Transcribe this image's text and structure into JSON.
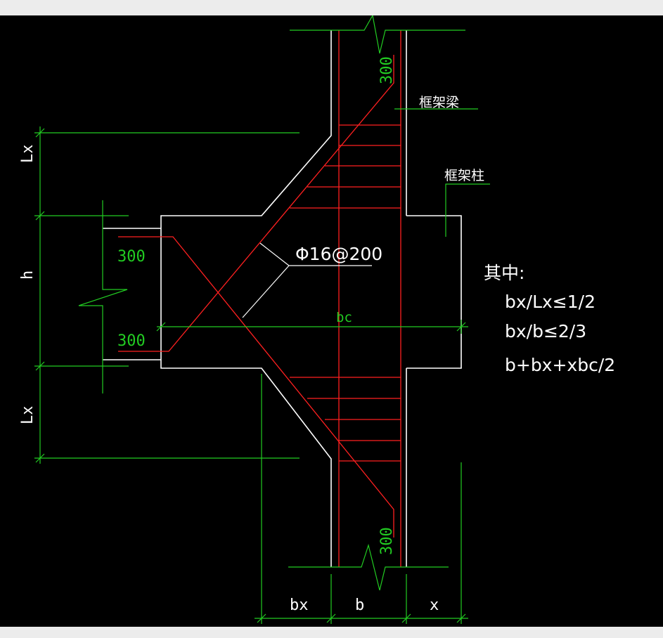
{
  "colors": {
    "background": "#000000",
    "outline": "#ffffff",
    "rebar": "#ff2020",
    "dimension": "#22cc22",
    "page": "#ececec"
  },
  "labels": {
    "frame_beam": "框架梁",
    "frame_column": "框架柱",
    "rebar_spec": "Φ16@200"
  },
  "dimensions": {
    "anchor_top": "300",
    "anchor_bottom": "300",
    "anchor_left_upper": "300",
    "anchor_left_lower": "300",
    "lx_upper": "Lx",
    "h": "h",
    "lx_lower": "Lx",
    "bc": "bc",
    "bx": "bx",
    "b": "b",
    "x": "x"
  },
  "notes": {
    "heading": "其中:",
    "line1": "bx/Lx≤1/2",
    "line2": "bx/b≤2/3",
    "line3": "b+bx+xbc/2"
  }
}
